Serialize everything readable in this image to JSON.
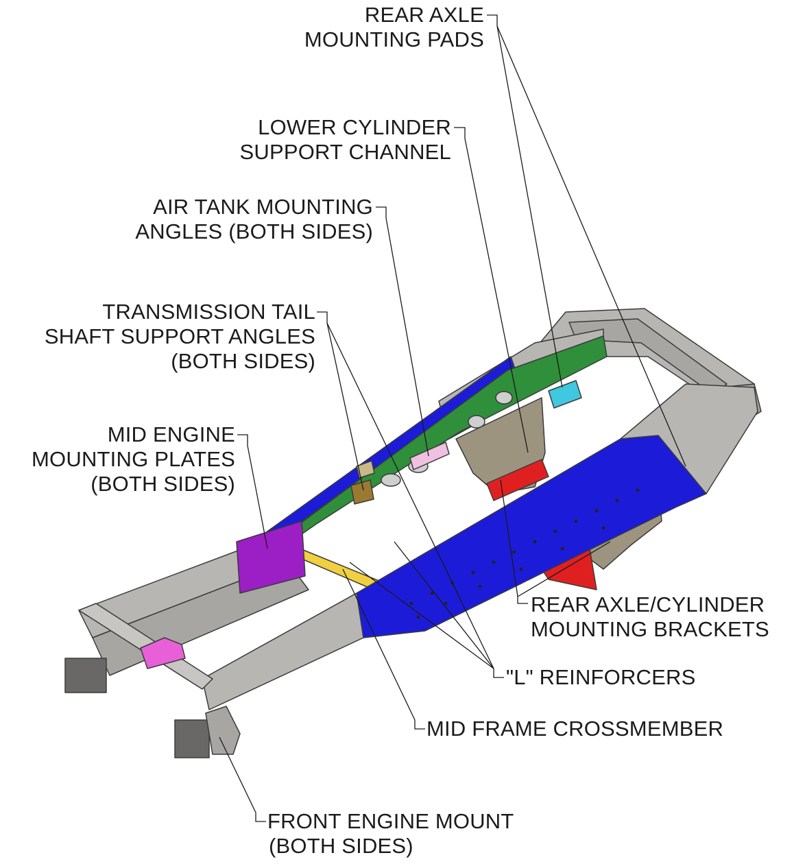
{
  "colors": {
    "steel": "#b8b6b2",
    "steel_dark": "#8f8d89",
    "blue_panel": "#1c1cd8",
    "green_channel": "#2f8f3a",
    "tan_bracket": "#9d9480",
    "red_reinforcer": "#e02020",
    "purple_plate": "#9b1fc4",
    "pink_part": "#e860d8",
    "cyan_pad": "#40c8e0",
    "yellow_crossmember": "#f0d040",
    "bronze_angle": "#9a7a30",
    "label_text": "#1a1a1a"
  },
  "callouts": {
    "rear_axle_pads": [
      "REAR AXLE",
      "MOUNTING PADS"
    ],
    "lower_cyl_channel": [
      "LOWER CYLINDER",
      "SUPPORT CHANNEL"
    ],
    "air_tank_angles": [
      "AIR TANK MOUNTING",
      "ANGLES (BOTH SIDES)"
    ],
    "trans_tail_angles": [
      "TRANSMISSION TAIL",
      "SHAFT SUPPORT ANGLES",
      "(BOTH SIDES)"
    ],
    "mid_engine_plates": [
      "MID ENGINE",
      "MOUNTING PLATES",
      "(BOTH SIDES)"
    ],
    "rear_axle_cyl_brackets": [
      "REAR AXLE/CYLINDER",
      "MOUNTING BRACKETS"
    ],
    "l_reinforcers": [
      "\"L\" REINFORCERS"
    ],
    "mid_frame_crossmember": [
      "MID FRAME CROSSMEMBER"
    ],
    "front_engine_mount": [
      "FRONT ENGINE MOUNT",
      "(BOTH SIDES)"
    ]
  }
}
